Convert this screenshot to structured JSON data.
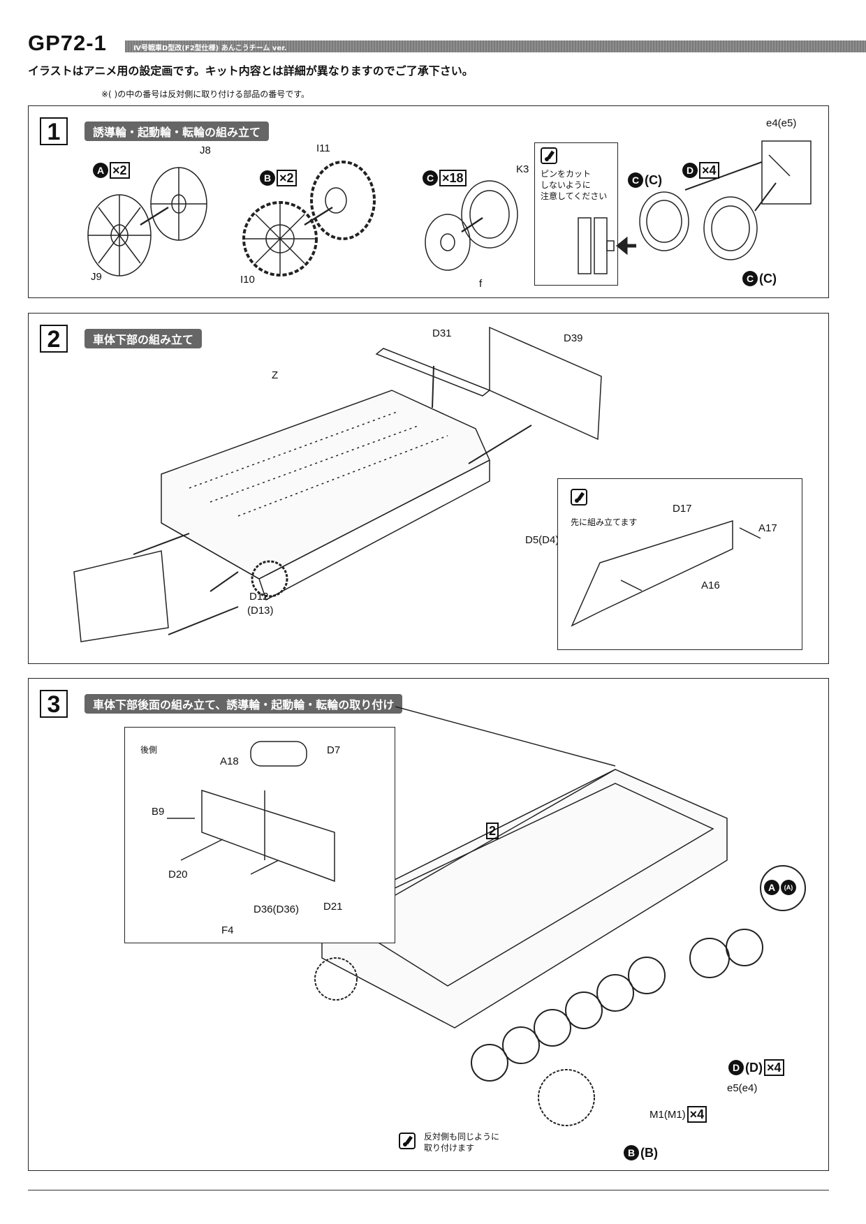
{
  "header": {
    "model": "GP72-1",
    "subtitle": "Ⅳ号戦車D型改(F2型仕様) あんこうチーム ver.",
    "disclaimer": "イラストはアニメ用の設定画です。キット内容とは詳細が異なりますのでご了承下さい。",
    "note": "※(  )の中の番号は反対側に取り付ける部品の番号です。"
  },
  "step1": {
    "number": "1",
    "title": "誘導輪・起動輪・転輪の組み立て",
    "badgeA": {
      "letter": "A",
      "qty": "×2"
    },
    "badgeB": {
      "letter": "B",
      "qty": "×2"
    },
    "badgeC": {
      "letter": "C",
      "qty": "×18"
    },
    "badgeD": {
      "letter": "D",
      "qty": "×4"
    },
    "parts": {
      "j8": "J8",
      "j9": "J9",
      "i11": "I11",
      "i10": "I10",
      "k3": "K3",
      "f": "f",
      "e4": "e4(e5)",
      "cc1": "(C)",
      "cc2": "(C)"
    },
    "caution": "ピンをカット\nしないように\n注意してください"
  },
  "step2": {
    "number": "2",
    "title": "車体下部の組み立て",
    "parts": {
      "d31": "D31",
      "d39": "D39",
      "z": "Z",
      "d5": "D5(D4)",
      "d12": "D12",
      "d13": "(D13)",
      "d17": "D17",
      "a17": "A17",
      "a16": "A16"
    },
    "inset_note": "先に組み立てます"
  },
  "step3": {
    "number": "3",
    "title": "車体下部後面の組み立て、誘導輪・起動輪・転輪の取り付け",
    "inset": {
      "rear": "後側",
      "a18": "A18",
      "d7": "D7",
      "b9": "B9",
      "d20": "D20",
      "d36": "D36(D36)",
      "d21": "D21",
      "f4": "F4"
    },
    "ref": "2",
    "aa": "(A)",
    "dd": "(D)",
    "dqty": "×4",
    "e5": "e5(e4)",
    "m1": "M1(M1)",
    "mqty": "×4",
    "bb": "(B)",
    "letters": {
      "a": "A",
      "d": "D",
      "b": "B"
    },
    "note": "反対側も同じように\n取り付けます"
  }
}
